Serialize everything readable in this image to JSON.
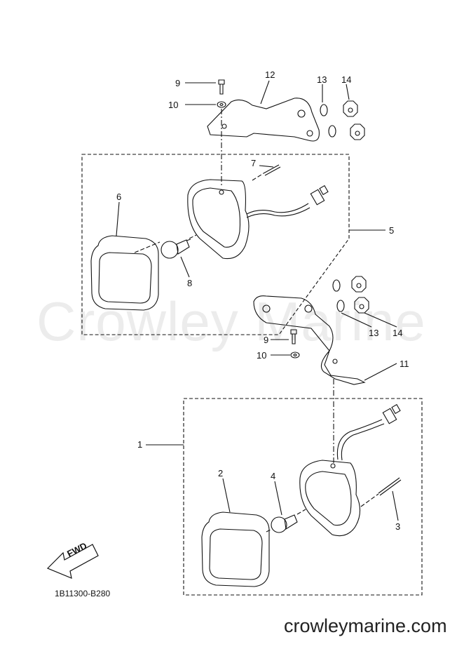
{
  "watermark": "Crowley Marine",
  "footer_url": "crowleymarine.com",
  "doc_id": "1B11300-B280",
  "direction_label": "FWD",
  "callouts": {
    "c1": "1",
    "c2": "2",
    "c3": "3",
    "c4": "4",
    "c5": "5",
    "c6": "6",
    "c7": "7",
    "c8": "8",
    "c9_top": "9",
    "c9_bottom": "9",
    "c10_top": "10",
    "c10_bottom": "10",
    "c11": "11",
    "c12": "12",
    "c13_top": "13",
    "c13_bottom": "13",
    "c14_top": "14",
    "c14_bottom": "14"
  }
}
